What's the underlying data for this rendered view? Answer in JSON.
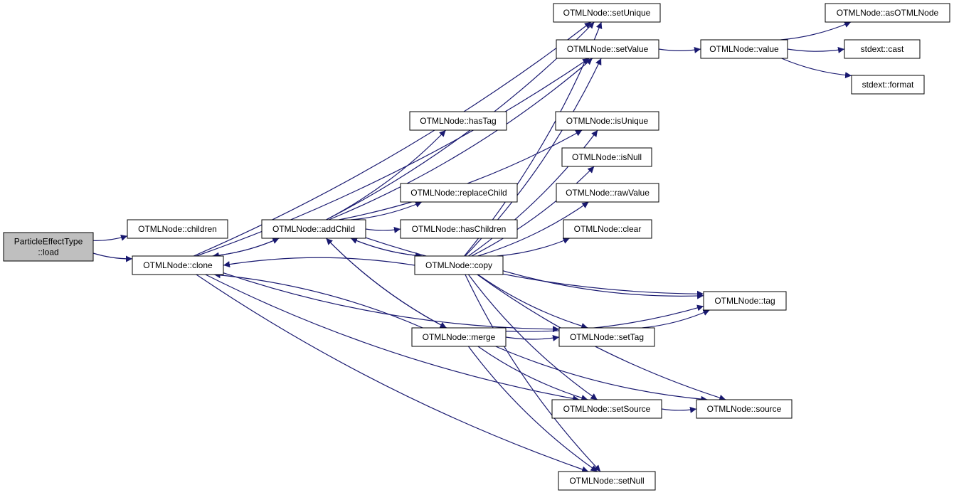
{
  "diagram": {
    "colors": {
      "edge": "#191970",
      "node_border": "#000000",
      "node_fill": "#ffffff",
      "root_fill": "#bfbfbf"
    },
    "nodes": {
      "root": {
        "lines": [
          "ParticleEffectType",
          "::load"
        ],
        "root": true
      },
      "children": {
        "lines": [
          "OTMLNode::children"
        ]
      },
      "clone": {
        "lines": [
          "OTMLNode::clone"
        ]
      },
      "addChild": {
        "lines": [
          "OTMLNode::addChild"
        ]
      },
      "setUnique": {
        "lines": [
          "OTMLNode::setUnique"
        ]
      },
      "setValue": {
        "lines": [
          "OTMLNode::setValue"
        ]
      },
      "value": {
        "lines": [
          "OTMLNode::value"
        ]
      },
      "asOTMLNode": {
        "lines": [
          "OTMLNode::asOTMLNode"
        ]
      },
      "cast": {
        "lines": [
          "stdext::cast"
        ]
      },
      "format": {
        "lines": [
          "stdext::format"
        ]
      },
      "hasTag": {
        "lines": [
          "OTMLNode::hasTag"
        ]
      },
      "isUnique": {
        "lines": [
          "OTMLNode::isUnique"
        ]
      },
      "isNull": {
        "lines": [
          "OTMLNode::isNull"
        ]
      },
      "replaceChild": {
        "lines": [
          "OTMLNode::replaceChild"
        ]
      },
      "rawValue": {
        "lines": [
          "OTMLNode::rawValue"
        ]
      },
      "hasChildren": {
        "lines": [
          "OTMLNode::hasChildren"
        ]
      },
      "clear": {
        "lines": [
          "OTMLNode::clear"
        ]
      },
      "copy": {
        "lines": [
          "OTMLNode::copy"
        ]
      },
      "tag": {
        "lines": [
          "OTMLNode::tag"
        ]
      },
      "merge": {
        "lines": [
          "OTMLNode::merge"
        ]
      },
      "setTag": {
        "lines": [
          "OTMLNode::setTag"
        ]
      },
      "setSource": {
        "lines": [
          "OTMLNode::setSource"
        ]
      },
      "source": {
        "lines": [
          "OTMLNode::source"
        ]
      },
      "setNull": {
        "lines": [
          "OTMLNode::setNull"
        ]
      }
    },
    "edges": [
      [
        "root",
        "children"
      ],
      [
        "root",
        "clone"
      ],
      [
        "clone",
        "addChild"
      ],
      [
        "clone",
        "setUnique"
      ],
      [
        "clone",
        "setValue"
      ],
      [
        "clone",
        "setTag"
      ],
      [
        "clone",
        "setSource"
      ],
      [
        "clone",
        "setNull"
      ],
      [
        "addChild",
        "clone"
      ],
      [
        "addChild",
        "setUnique"
      ],
      [
        "addChild",
        "setValue"
      ],
      [
        "addChild",
        "hasTag"
      ],
      [
        "addChild",
        "isUnique"
      ],
      [
        "addChild",
        "replaceChild"
      ],
      [
        "addChild",
        "hasChildren"
      ],
      [
        "addChild",
        "copy"
      ],
      [
        "addChild",
        "merge"
      ],
      [
        "addChild",
        "tag"
      ],
      [
        "setValue",
        "value"
      ],
      [
        "value",
        "asOTMLNode"
      ],
      [
        "value",
        "cast"
      ],
      [
        "value",
        "format"
      ],
      [
        "copy",
        "clone"
      ],
      [
        "copy",
        "addChild"
      ],
      [
        "copy",
        "setUnique"
      ],
      [
        "copy",
        "setValue"
      ],
      [
        "copy",
        "isUnique"
      ],
      [
        "copy",
        "isNull"
      ],
      [
        "copy",
        "rawValue"
      ],
      [
        "copy",
        "clear"
      ],
      [
        "copy",
        "tag"
      ],
      [
        "copy",
        "setTag"
      ],
      [
        "copy",
        "setSource"
      ],
      [
        "copy",
        "source"
      ],
      [
        "copy",
        "setNull"
      ],
      [
        "merge",
        "clone"
      ],
      [
        "merge",
        "addChild"
      ],
      [
        "merge",
        "setTag"
      ],
      [
        "merge",
        "tag"
      ],
      [
        "merge",
        "setSource"
      ],
      [
        "merge",
        "source"
      ],
      [
        "merge",
        "setNull"
      ],
      [
        "setTag",
        "tag"
      ],
      [
        "setSource",
        "source"
      ]
    ]
  }
}
